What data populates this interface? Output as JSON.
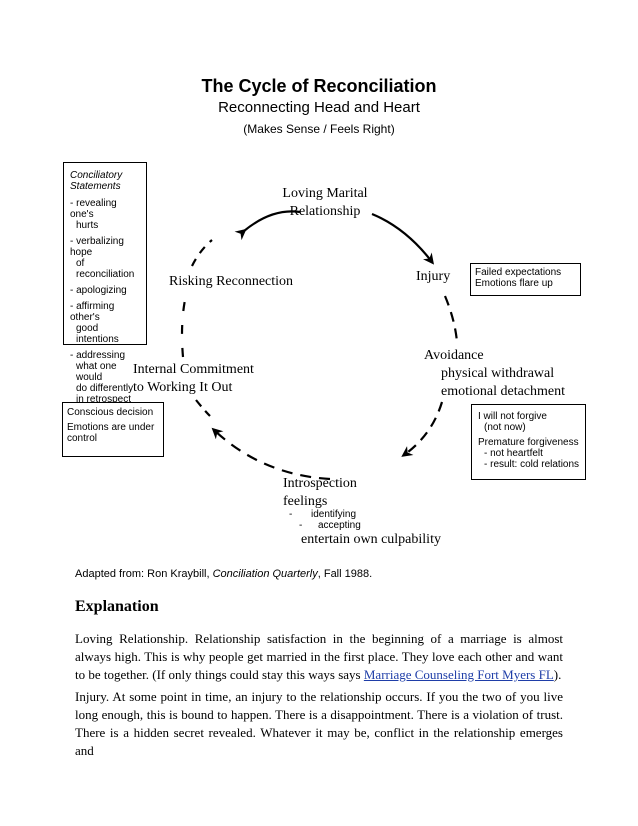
{
  "header": {
    "title": "The Cycle of Reconciliation",
    "subtitle": "Reconnecting Head and Heart",
    "subtitle2": "(Makes Sense / Feels Right)"
  },
  "stages": {
    "loving": "Loving Marital Relationship",
    "injury": "Injury",
    "avoidance": {
      "title": "Avoidance",
      "items": [
        "physical withdrawal",
        "emotional detachment"
      ]
    },
    "introspection": {
      "title": "Introspection",
      "sub": "feelings",
      "items": [
        {
          "dash": "-",
          "text": "identifying"
        },
        {
          "dash": "-",
          "text": "accepting"
        }
      ],
      "extra": "entertain own culpability"
    },
    "internal": [
      "Internal Commitment",
      "to Working It Out"
    ],
    "risking": "Risking Reconnection"
  },
  "boxes": {
    "conciliatory": {
      "heading": [
        "Conciliatory",
        "Statements"
      ],
      "items": [
        [
          "- revealing one's",
          "  hurts"
        ],
        [
          "- verbalizing hope",
          "  of reconciliation"
        ],
        [
          "- apologizing"
        ],
        [
          "- affirming other's",
          "  good intentions"
        ],
        [
          "- addressing",
          "  what one would",
          "  do differently",
          "  in retrospect"
        ]
      ]
    },
    "injury": [
      "Failed expectations",
      "Emotions flare up"
    ],
    "conscious": [
      "Conscious decision",
      "Emotions are under control"
    ],
    "forgive": [
      "I will not forgive",
      "  (not now)",
      "Premature forgiveness",
      "  - not heartfelt",
      "  - result: cold relations"
    ]
  },
  "attribution": {
    "prefix": "Adapted from: Ron Kraybill, ",
    "journal": "Conciliation Quarterly",
    "suffix": ", Fall 1988."
  },
  "explanation": {
    "heading": "Explanation",
    "para1_before": "Loving Relationship.  Relationship satisfaction in the beginning of a marriage is almost always high.  This is why people get married in the first place.  They love each other and want to be together.  (If only things could stay this ways says ",
    "para1_link": "Marriage Counseling Fort Myers FL",
    "para1_after": ").",
    "para2": "Injury.  At some point in time, an injury to the relationship occurs.  If you the two of you live long enough, this is bound to happen.  There is a disappointment.  There is a violation of trust.  There is a hidden secret revealed.  Whatever it may be, conflict in the relationship emerges and"
  },
  "colors": {
    "text": "#000000",
    "link": "#1f3ea8"
  },
  "icons": [
    "arrowhead-icon"
  ]
}
